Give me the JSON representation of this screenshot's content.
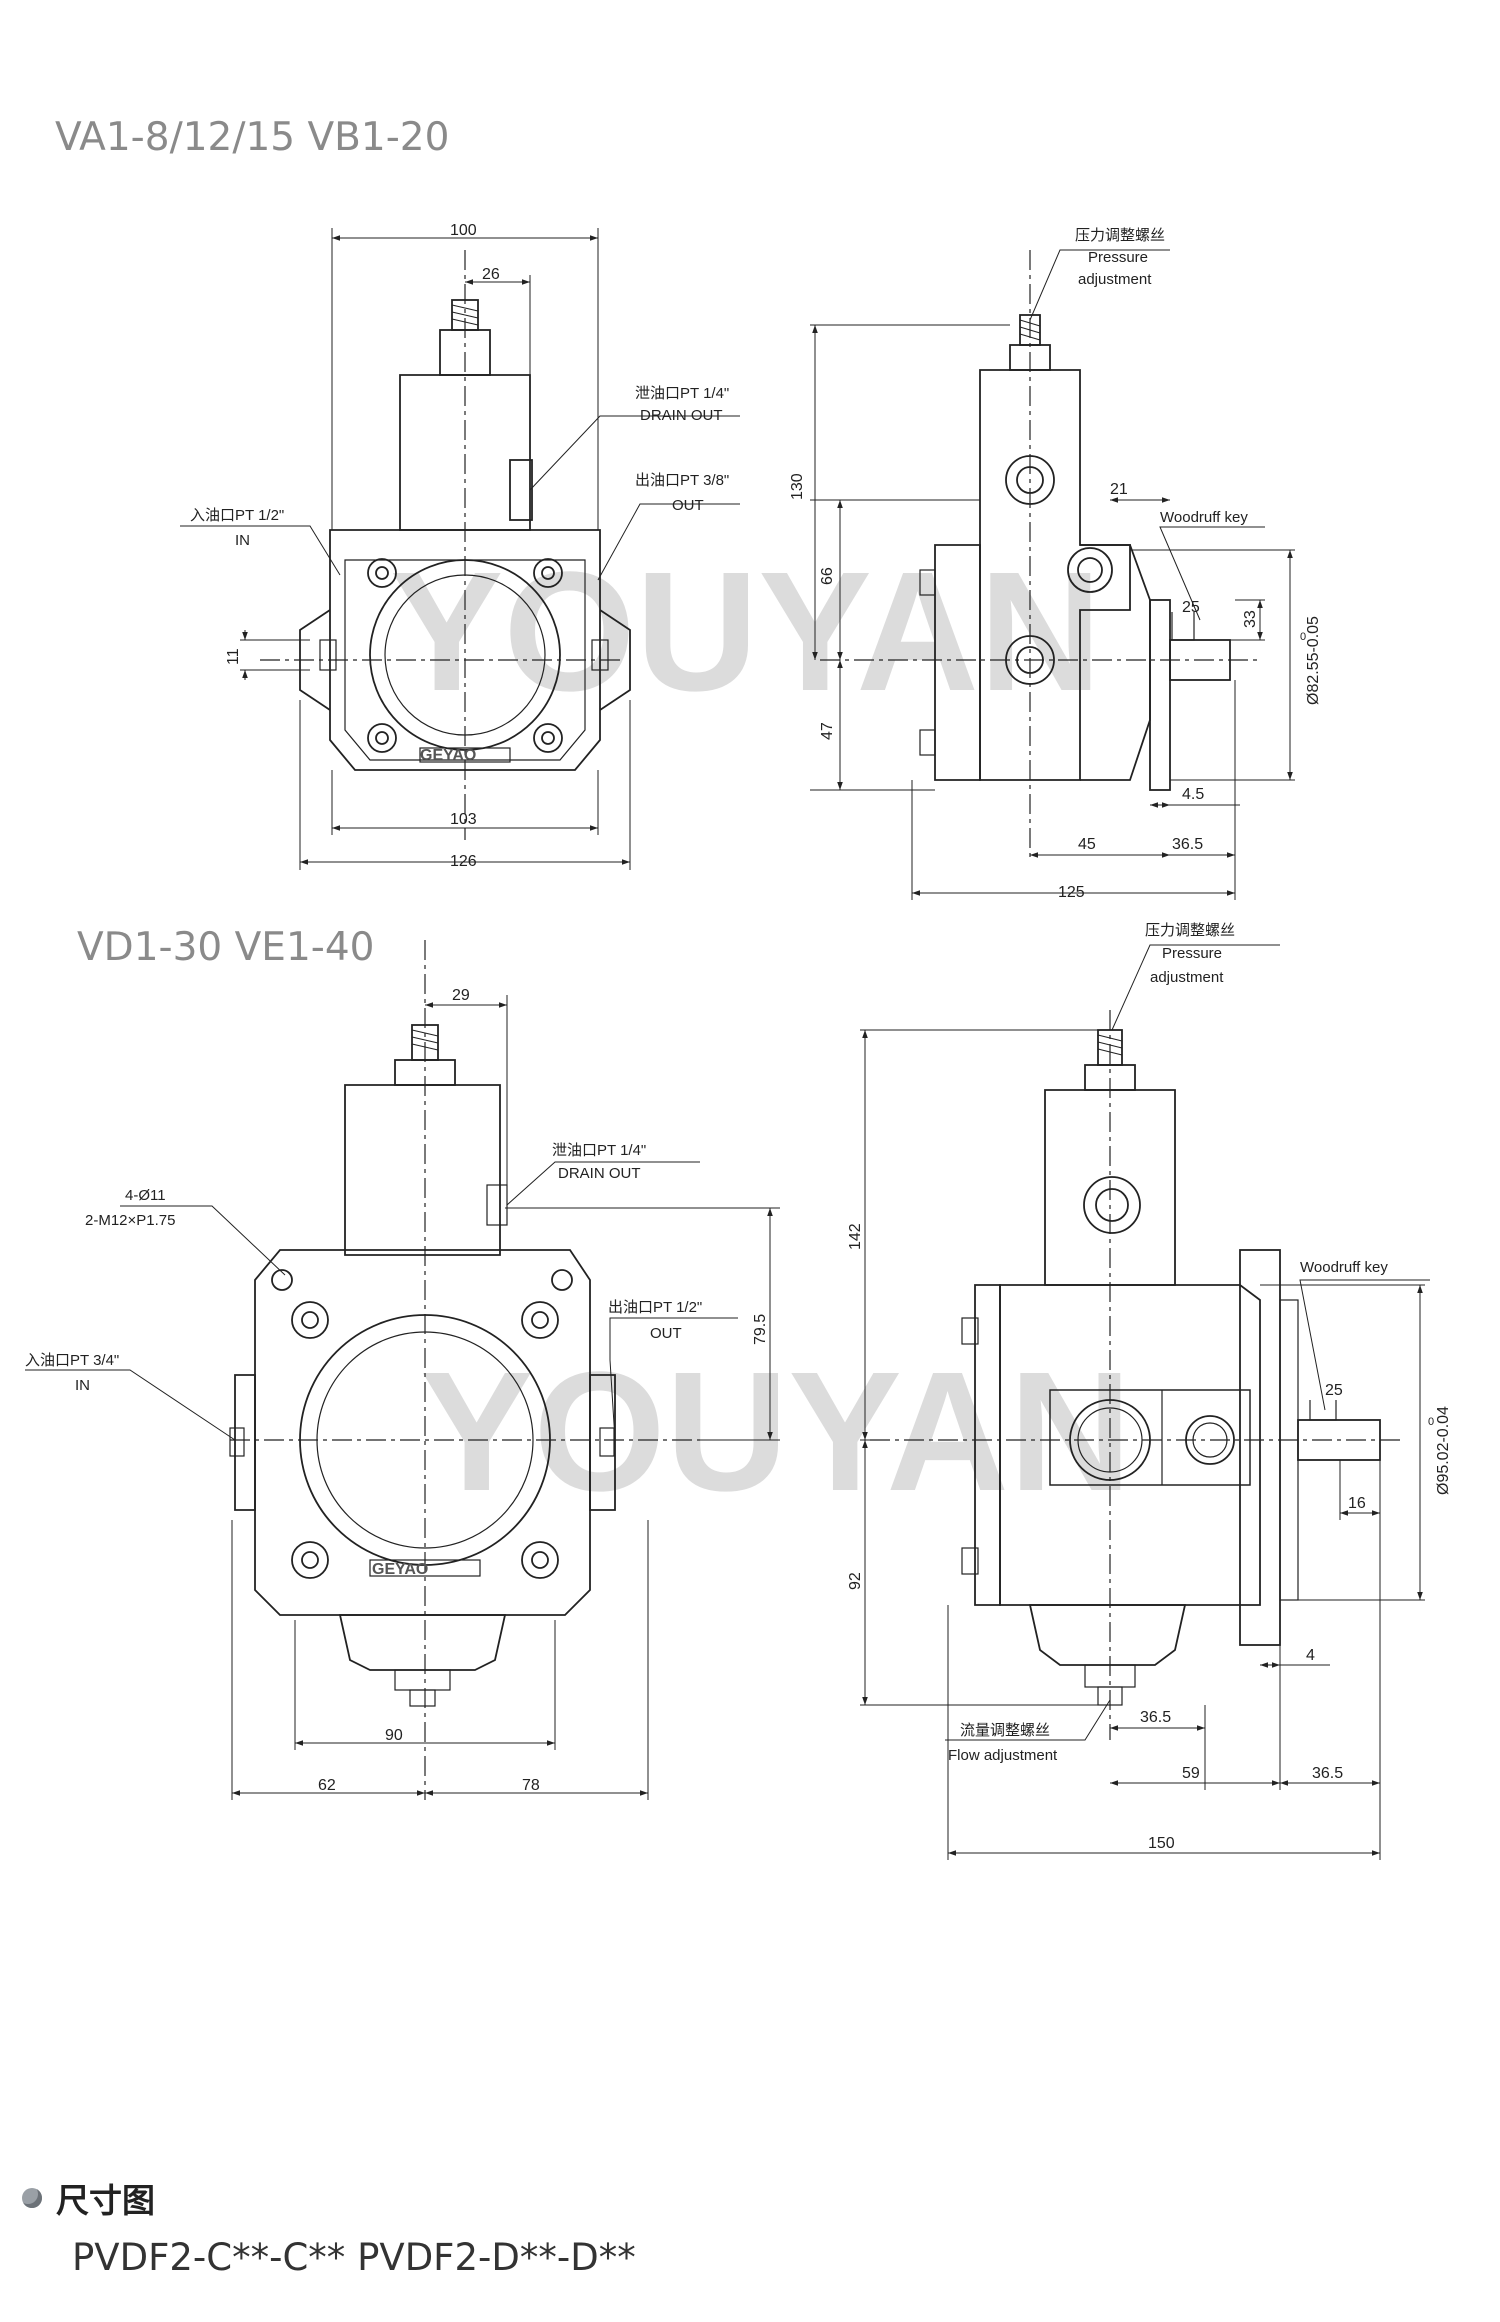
{
  "top": {
    "model_title": "VA1-8/12/15 VB1-20",
    "front": {
      "dims": {
        "w100": "100",
        "w26": "26",
        "h11": "11",
        "w103": "103",
        "w126": "126"
      },
      "labels": {
        "inlet_cn": "入油口PT 1/2\"",
        "inlet_en": "IN",
        "drain_cn": "泄油口PT 1/4\"",
        "drain_en": "DRAIN OUT",
        "outlet_cn": "出油口PT 3/8\"",
        "outlet_en": "OUT",
        "nameplate": "GEYAO"
      }
    },
    "side": {
      "dims": {
        "h130": "130",
        "h66": "66",
        "h47": "47",
        "w21": "21",
        "h33": "33",
        "w25": "25",
        "d82": "Ø82.55-0.05",
        "d82_sup": "0",
        "w4_5": "4.5",
        "w45": "45",
        "w36_5": "36.5",
        "w125": "125"
      },
      "labels": {
        "pressure_cn": "压力调整螺丝",
        "pressure_en1": "Pressure",
        "pressure_en2": "adjustment",
        "woodruff": "Woodruff  key"
      }
    }
  },
  "bottom": {
    "model_title": "VD1-30 VE1-40",
    "front": {
      "dims": {
        "w29": "29",
        "h79_5": "79.5",
        "w90": "90",
        "w62": "62",
        "w78": "78"
      },
      "labels": {
        "bolt1": "4-Ø11",
        "bolt2": "2-M12×P1.75",
        "inlet_cn": "入油口PT 3/4\"",
        "inlet_en": "IN",
        "drain_cn": "泄油口PT 1/4\"",
        "drain_en": "DRAIN OUT",
        "outlet_cn": "出油口PT 1/2\"",
        "outlet_en": "OUT",
        "nameplate": "GEYAO"
      }
    },
    "side": {
      "dims": {
        "h142": "142",
        "h92": "92",
        "w25": "25",
        "w16": "16",
        "d95": "Ø95.02-0.04",
        "d95_sup": "0",
        "w4": "4",
        "w36_5a": "36.5",
        "w59": "59",
        "w36_5b": "36.5",
        "w150": "150"
      },
      "labels": {
        "pressure_cn": "压力调整螺丝",
        "pressure_en1": "Pressure",
        "pressure_en2": "adjustment",
        "woodruff": "Woodruff  key",
        "flow_cn": "流量调整螺丝",
        "flow_en": "Flow adjustment"
      }
    }
  },
  "watermark": "YOUYAN",
  "section": {
    "title": "尺寸图",
    "subtitle": "PVDF2-C**-C**  PVDF2-D**-D**"
  }
}
